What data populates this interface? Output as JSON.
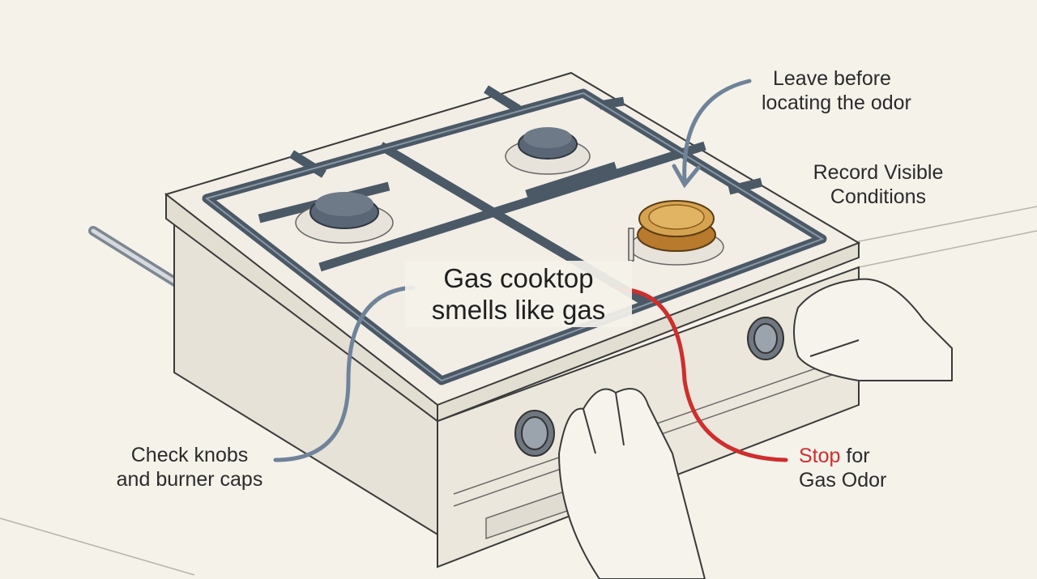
{
  "center_title": {
    "line1": "Gas cooktop",
    "line2": "smells like gas"
  },
  "callouts": {
    "leave": {
      "line1": "Leave before",
      "line2": "locating the odor"
    },
    "record": {
      "line1": "Record Visible",
      "line2": "Conditions"
    },
    "check": {
      "line1": "Check knobs",
      "line2": "and burner caps"
    },
    "stop": {
      "word": "Stop",
      "rest": " for",
      "line2": "Gas Odor"
    }
  },
  "colors": {
    "background": "#f5f2ea",
    "ink": "#3a3a3a",
    "grate": "#4b5866",
    "burner": "#5a6575",
    "brass": "#c9923f",
    "arrow_slate": "#6f8399",
    "arrow_red": "#cf2e2e"
  }
}
